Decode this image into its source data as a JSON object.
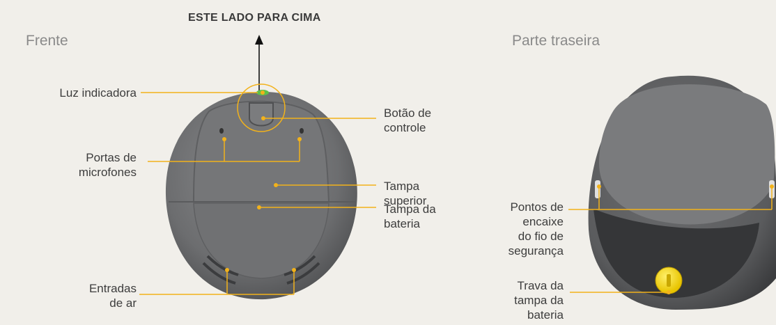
{
  "orientation_label": "ESTE LADO PARA CIMA",
  "front": {
    "heading": "Frente",
    "labels": {
      "indicator_light": "Luz indicadora",
      "microphone_ports": [
        "Portas de",
        "microfones"
      ],
      "air_inlets": [
        "Entradas",
        "de ar"
      ],
      "control_button": [
        "Botão de",
        "controle"
      ],
      "top_cover": [
        "Tampa",
        "superior"
      ],
      "battery_cover": [
        "Tampa da",
        "bateria"
      ]
    }
  },
  "back": {
    "heading": "Parte traseira",
    "labels": {
      "safety_line_points": [
        "Pontos de",
        "encaixe",
        "do fio de",
        "segurança"
      ],
      "battery_cover_lock": [
        "Trava da",
        "tampa da",
        "bateria"
      ]
    }
  },
  "colors": {
    "leader_line": "#f2b21b",
    "dot": "#f2b21b",
    "device_body": "#6f7072",
    "indicator": "#5fc04a",
    "lock": "#f5d000",
    "heading": "#8a8a8a"
  }
}
